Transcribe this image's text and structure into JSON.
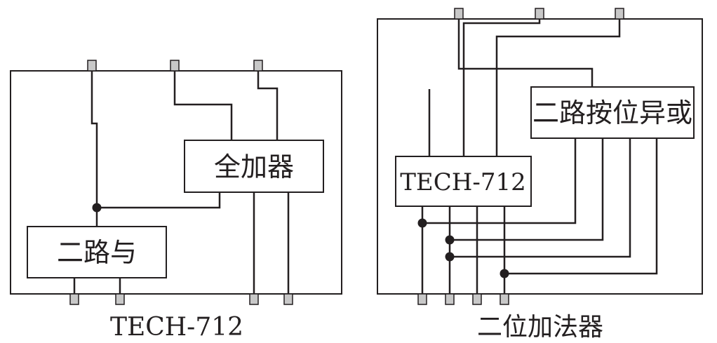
{
  "left_circuit": {
    "caption": "TECH-712",
    "blocks": {
      "full_adder": "全加器",
      "two_way_and": "二路与"
    }
  },
  "right_circuit": {
    "caption": "二位加法器",
    "blocks": {
      "tech712": "TECH-712",
      "two_way_xor": "二路按位异或"
    }
  },
  "colors": {
    "ink": "#231f20",
    "pin_fill": "#c8c8c8",
    "background": "#ffffff"
  }
}
